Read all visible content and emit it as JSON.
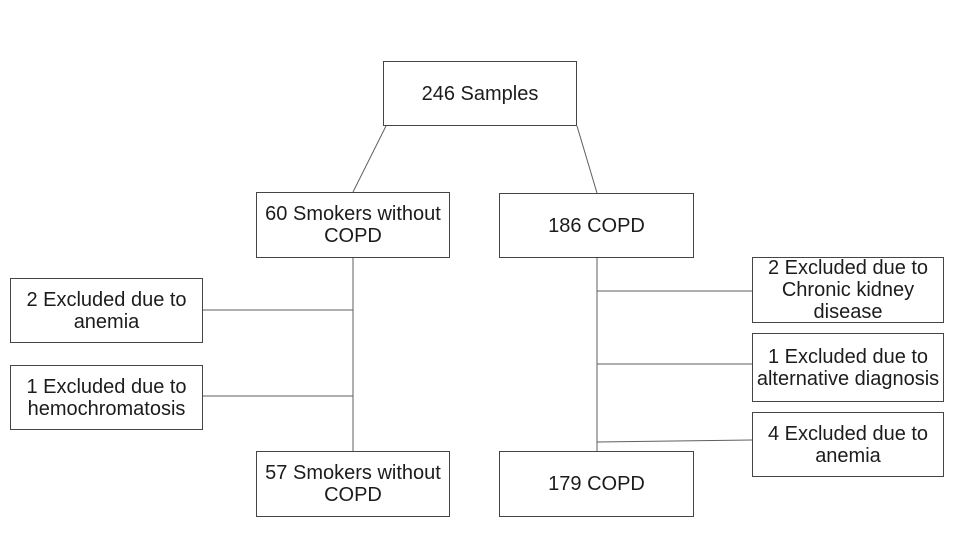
{
  "colors": {
    "background": "#ffffff",
    "box_border": "#454545",
    "connector": "#5f5f5f",
    "text": "#1c1c1c"
  },
  "nodes": {
    "samples": {
      "label": "246 Samples"
    },
    "smokers60": {
      "label": "60 Smokers without COPD"
    },
    "copd186": {
      "label": "186 COPD"
    },
    "excl_anemia2": {
      "label": "2 Excluded due to anemia"
    },
    "excl_hemo": {
      "label": "1 Excluded due to hemochromatosis"
    },
    "smokers57": {
      "label": "57 Smokers without COPD"
    },
    "copd179": {
      "label": "179 COPD"
    },
    "excl_ckd": {
      "label": "2 Excluded due to Chronic kidney disease"
    },
    "excl_alt": {
      "label": "1 Excluded due to alternative diagnosis"
    },
    "excl_anemia4": {
      "label": "4 Excluded due to anemia"
    }
  },
  "edges": [
    {
      "from": "samples",
      "to": "smokers60"
    },
    {
      "from": "samples",
      "to": "copd186"
    },
    {
      "from": "smokers60",
      "to": "smokers57"
    },
    {
      "from": "copd186",
      "to": "copd179"
    },
    {
      "from": "smokers60",
      "to": "excl_anemia2"
    },
    {
      "from": "smokers60",
      "to": "excl_hemo"
    },
    {
      "from": "copd186",
      "to": "excl_ckd"
    },
    {
      "from": "copd186",
      "to": "excl_alt"
    },
    {
      "from": "copd186",
      "to": "excl_anemia4"
    }
  ]
}
